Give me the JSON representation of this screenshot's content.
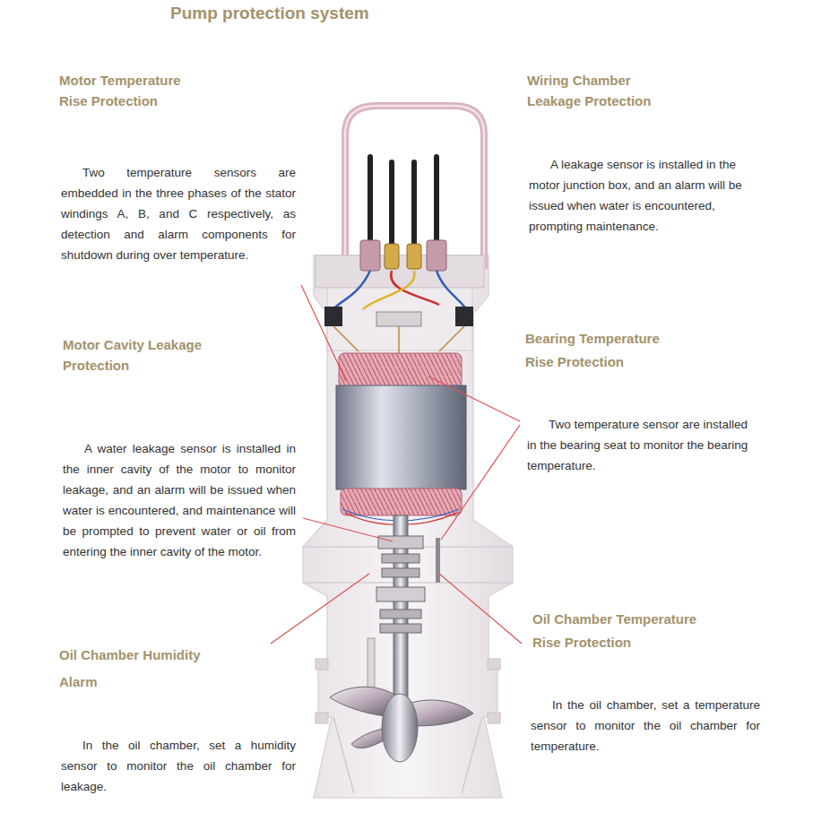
{
  "diagram": {
    "title": "Pump protection system",
    "labels": [
      "Motor Temperature Rise Protection",
      "Two temperature sensors are embedded in the three phases of the stator windings A, B, and C respectively, as detection and alarm components for shutdown during over temperature.",
      "Wiring Chamber Leakage Protection",
      "A leakage sensor is installed in the motor junction box, and an alarm will be issued when water is encountered, prompting maintenance.",
      "Motor Cavity Leakage Protection",
      "A water leakage sensor is installed in the inner cavity of the motor to monitor leakage, and an alarm will be issued when water is encountered, and maintenance will be prompted to prevent water or oil from entering the inner cavity of the motor.",
      "Bearing Temperature Rise Protection",
      "Two temperature sensor are installed in the bearing seat to monitor the bearing temperature.",
      "Oil Chamber Temperature Rise Protection",
      "In the oil chamber, set a temperature sensor to monitor the oil chamber for temperature.",
      "Oil Chamber Humidity Alarm",
      "In the oil chamber, set a humidity sensor to monitor the oil chamber for leakage."
    ]
  }
}
